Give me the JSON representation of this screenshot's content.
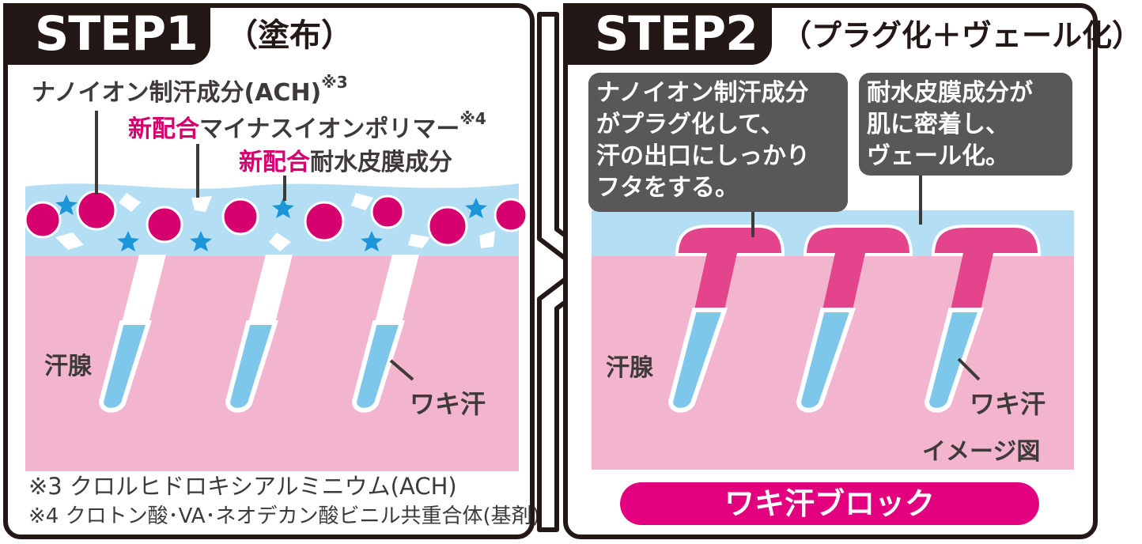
{
  "step1": {
    "tab_label": "STEP1",
    "subtitle": "（塗布）",
    "label_ach": "ナノイオン制汗成分(ACH)",
    "label_ach_note": "※3",
    "label_polymer_prefix": "新配合",
    "label_polymer": "マイナスイオンポリマー",
    "label_polymer_note": "※4",
    "label_water_prefix": "新配合",
    "label_water": "耐水皮膜成分",
    "label_gland": "汗腺",
    "label_sweat": "ワキ汗",
    "footnote_3": "※3 クロルヒドロキシアルミニウム(ACH)",
    "footnote_4": "※4 クロトン酸･VA･ネオデカン酸ビニル共重合体(基剤)"
  },
  "step2": {
    "tab_label": "STEP2",
    "subtitle": "（プラグ化＋ヴェール化）",
    "callout_left": "ナノイオン制汗成分\nがプラグ化して、\n汗の出口にしっかり\nフタをする。",
    "callout_right": "耐水皮膜成分が\n肌に密着し、\nヴェール化。",
    "label_gland": "汗腺",
    "label_sweat": "ワキ汗",
    "label_image": "イメージ図",
    "block_label": "ワキ汗ブロック"
  },
  "colors": {
    "outline": "#231815",
    "skin": "#f3b4cd",
    "layer": "#b4def3",
    "ach_dot": "#d6006f",
    "star": "#1d96d9",
    "sweat": "#7cc7ea",
    "plug": "#e3448c",
    "pill": "#e3007f",
    "callout": "#595757"
  }
}
